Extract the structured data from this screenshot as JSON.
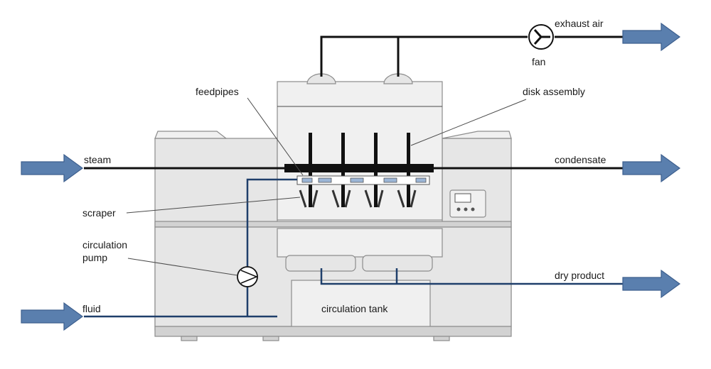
{
  "labels": {
    "exhaust_air": "exhaust air",
    "fan": "fan",
    "feedpipes": "feedpipes",
    "disk_assembly": "disk assembly",
    "steam": "steam",
    "condensate": "condensate",
    "scraper": "scraper",
    "circulation_pump_line1": "circulation",
    "circulation_pump_line2": "pump",
    "dry_product": "dry product",
    "fluid": "fluid",
    "circulation_tank": "circulation tank"
  },
  "colors": {
    "flow_arrow": "#5a7fae",
    "fluid_pipe": "#1f3f6b",
    "steam_pipe": "#111111",
    "machine_body": "#e6e6e6"
  },
  "icons": {
    "fan": "fan-icon",
    "pump": "pump-icon",
    "control_panel": "control-panel-icon"
  }
}
